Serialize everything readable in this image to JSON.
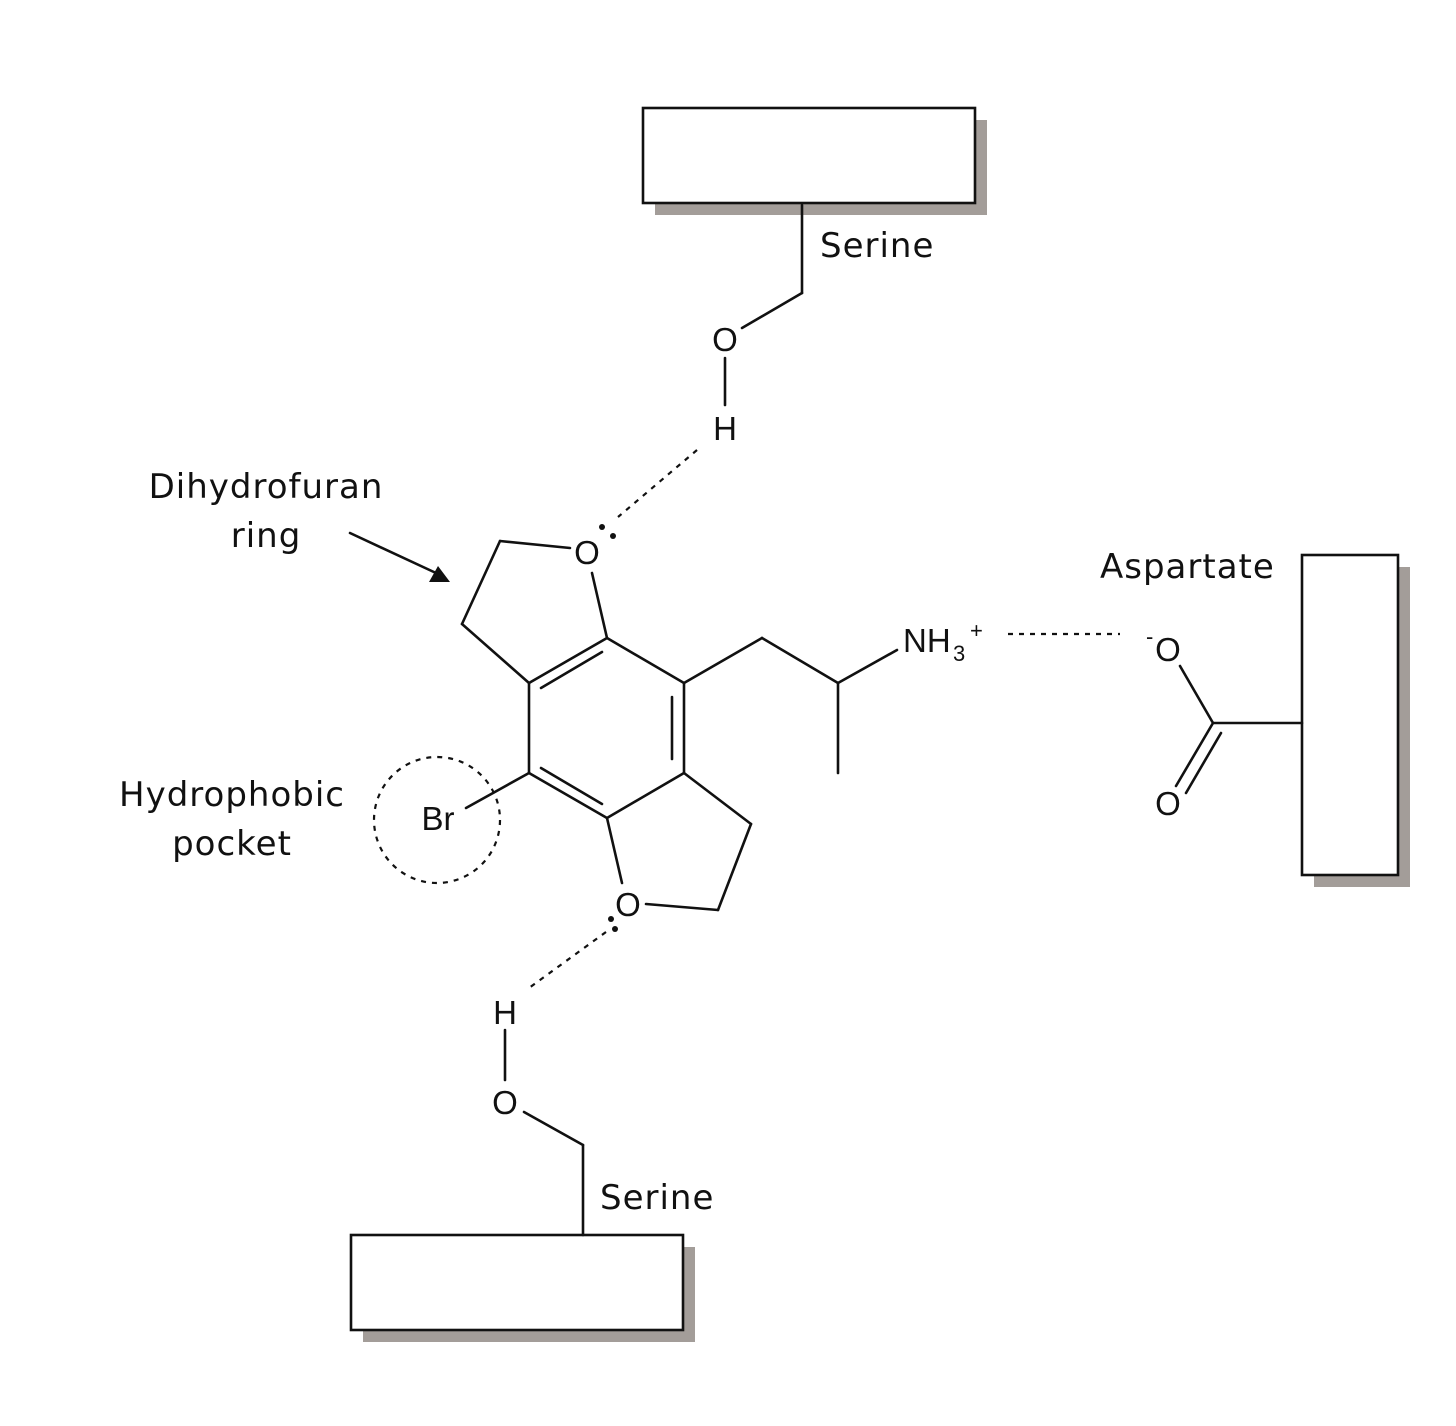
{
  "labels": {
    "serine_top": "Serine",
    "serine_bottom": "Serine",
    "aspartate": "Aspartate",
    "dihydrofuran_line1": "Dihydrofuran",
    "dihydrofuran_line2": "ring",
    "hydrophobic_line1": "Hydrophobic",
    "hydrophobic_line2": "pocket"
  },
  "atoms": {
    "oxygen": "O",
    "hydrogen": "H",
    "bromine": "Br",
    "ammonium_main": "NH",
    "ammonium_sub": "3",
    "ammonium_charge": "+",
    "carboxylate_charge": "-"
  },
  "colors": {
    "line": "#111111",
    "box_shadow": "#a39d99",
    "background": "#ffffff"
  }
}
